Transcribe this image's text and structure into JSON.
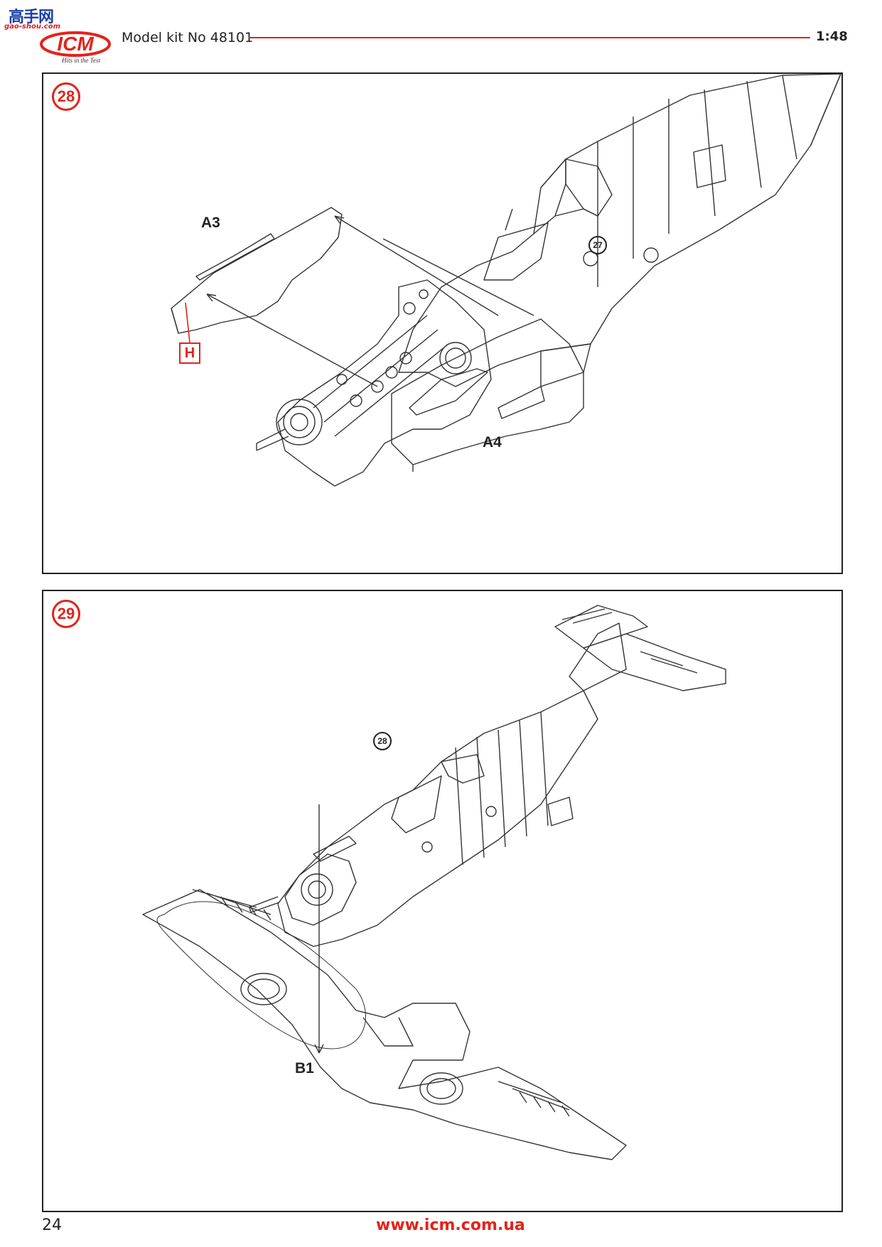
{
  "watermark": {
    "line1": "高手网",
    "line2": "gao-shou.com"
  },
  "header": {
    "logo_text": "ICM",
    "logo_tagline": "Hits in the Test",
    "kit_title": "Model kit No 48101",
    "scale": "1:48"
  },
  "step28": {
    "number": "28",
    "ref_step": "27",
    "parts": {
      "a3": "A3",
      "a4": "A4",
      "h": "H"
    }
  },
  "step29": {
    "number": "29",
    "ref_step": "28",
    "parts": {
      "b1": "B1"
    }
  },
  "footer": {
    "page_number": "24",
    "website": "www.icm.com.ua"
  },
  "colors": {
    "accent": "#e2231a",
    "line": "#222222",
    "logo_blue": "#1a3fa8"
  }
}
